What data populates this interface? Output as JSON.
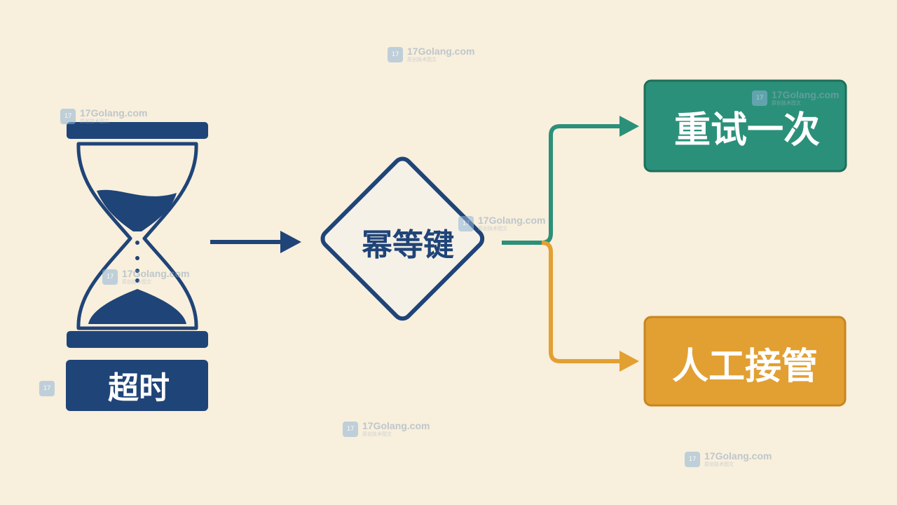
{
  "nodes": {
    "timeout": {
      "label": "超时",
      "color": "#1f4478"
    },
    "idempotency_key": {
      "label": "幂等键",
      "color": "#1f4478"
    },
    "retry_once": {
      "label": "重试一次",
      "color": "#2b9079"
    },
    "manual_takeover": {
      "label": "人工接管",
      "color": "#e2a032"
    }
  },
  "icons": {
    "hourglass": "hourglass-icon"
  },
  "watermark": {
    "text": "17Golang.com",
    "subtext": "原创技术图文",
    "logo": "17"
  }
}
